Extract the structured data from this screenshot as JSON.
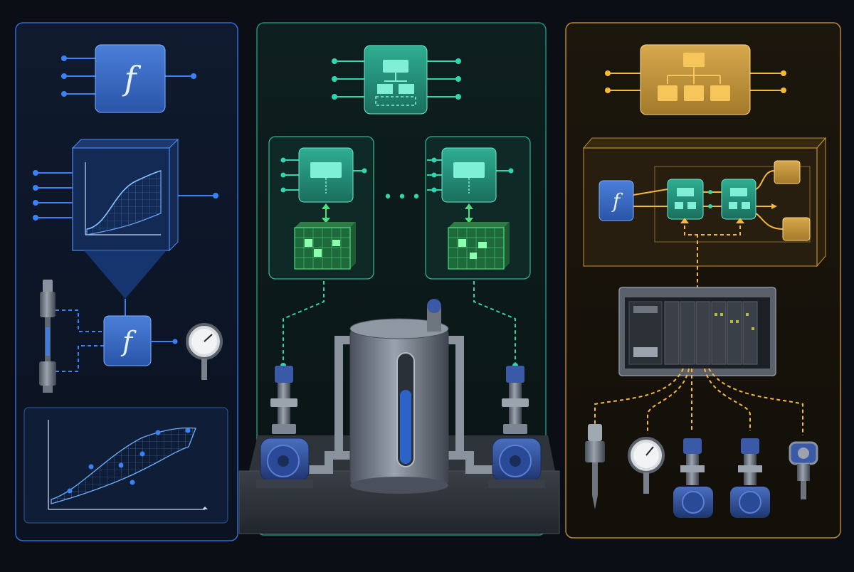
{
  "symbols": {
    "function_glyph": "f",
    "ellipsis": "• • •"
  },
  "colors": {
    "background": "#0b0e14",
    "blue_accent": "#3b82f6",
    "blue_panel_border": "#2f6bd6",
    "teal_accent": "#2fd6b0",
    "teal_panel_border": "#1f8f79",
    "green_grid": "#4ade80",
    "amber_accent": "#f5b83d",
    "amber_panel_border": "#b8862b",
    "steel": "#7c8593",
    "pump_blue": "#2f4f9a"
  },
  "panels": [
    {
      "name": "function-panel",
      "accent": "blue"
    },
    {
      "name": "agent-panel",
      "accent": "teal"
    },
    {
      "name": "hierarchy-panel",
      "accent": "amber"
    }
  ],
  "icons": [
    "function-block-icon",
    "response-surface-icon",
    "sensor-icon",
    "pressure-gauge-icon",
    "hierarchy-block-icon",
    "grid-map-icon",
    "tank-icon",
    "pump-icon",
    "plc-rack-icon",
    "flow-meter-icon"
  ]
}
